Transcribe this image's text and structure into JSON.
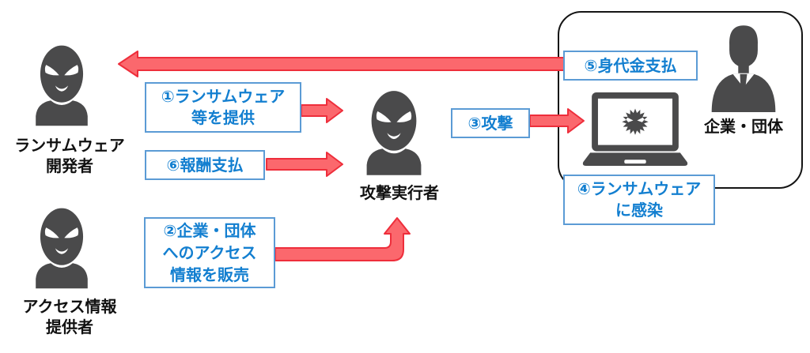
{
  "actors": {
    "developer": {
      "line1": "ランサムウェア",
      "line2": "開発者"
    },
    "access_provider": {
      "line1": "アクセス情報",
      "line2": "提供者"
    },
    "attacker": {
      "label": "攻撃実行者"
    },
    "victim": {
      "label": "企業・団体"
    }
  },
  "flows": {
    "step1": {
      "line1": "①ランサムウェア",
      "line2": "等を提供"
    },
    "step2": {
      "line1": "②企業・団体",
      "line2": "へのアクセス",
      "line3": "情報を販売"
    },
    "step3": {
      "label": "③攻撃"
    },
    "step4": {
      "line1": "④ランサムウェア",
      "line2": "に感染"
    },
    "step5": {
      "label": "⑤身代金支払"
    },
    "step6": {
      "label": "⑥報酬支払"
    }
  },
  "icons": {
    "developer": "masked-hacker",
    "access_provider": "masked-hacker",
    "attacker": "masked-hacker",
    "victim_person": "businessman",
    "infected_device": "laptop-with-malware",
    "malware": "virus-starburst"
  },
  "colors": {
    "arrow_fill": "#fb686d",
    "arrow_stroke": "#ee2e3b",
    "box_border": "#5b9bd5",
    "box_text": "#137fd0",
    "icon_gray": "#4a4a4b",
    "label_text": "#111111",
    "group_border": "#141414"
  }
}
